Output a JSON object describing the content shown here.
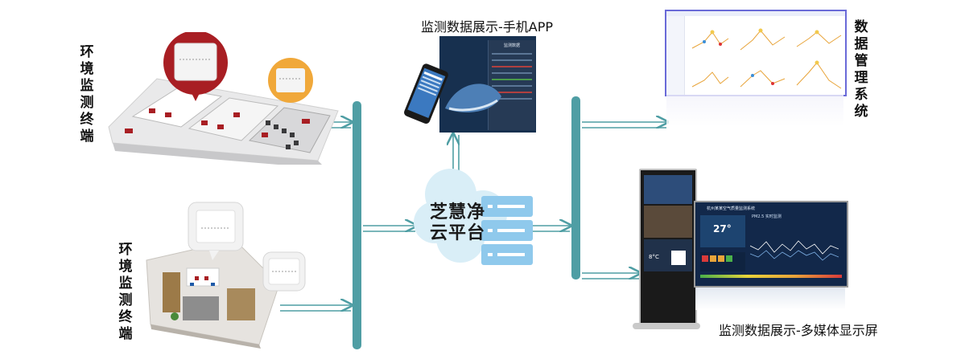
{
  "labels": {
    "terminal_top": "环境监测终端",
    "terminal_bottom": "环境监测终端",
    "app_title": "监测数据展示-手机APP",
    "mgmt_system": "数据管理系统",
    "media_title": "监测数据展示-多媒体显示屏",
    "cloud_line1": "芝慧净",
    "cloud_line2": "云平台"
  },
  "colors": {
    "bus": "#4f9ea4",
    "arrow": "#4f9ea4",
    "cloud": "#d9eef7",
    "server": "#8fc9ec",
    "accent_red": "#a81e23",
    "accent_orange": "#f0a83a"
  },
  "icons": {
    "cloud": "cloud-icon",
    "server": "server-icon"
  },
  "screens": {
    "phone_header": "监测数据",
    "media_banner": "杭州某某空气质量监测系统",
    "media_panel_title": "PM2.5 实时监测",
    "media_temp": "27°",
    "media_small_temp": "8°C"
  }
}
